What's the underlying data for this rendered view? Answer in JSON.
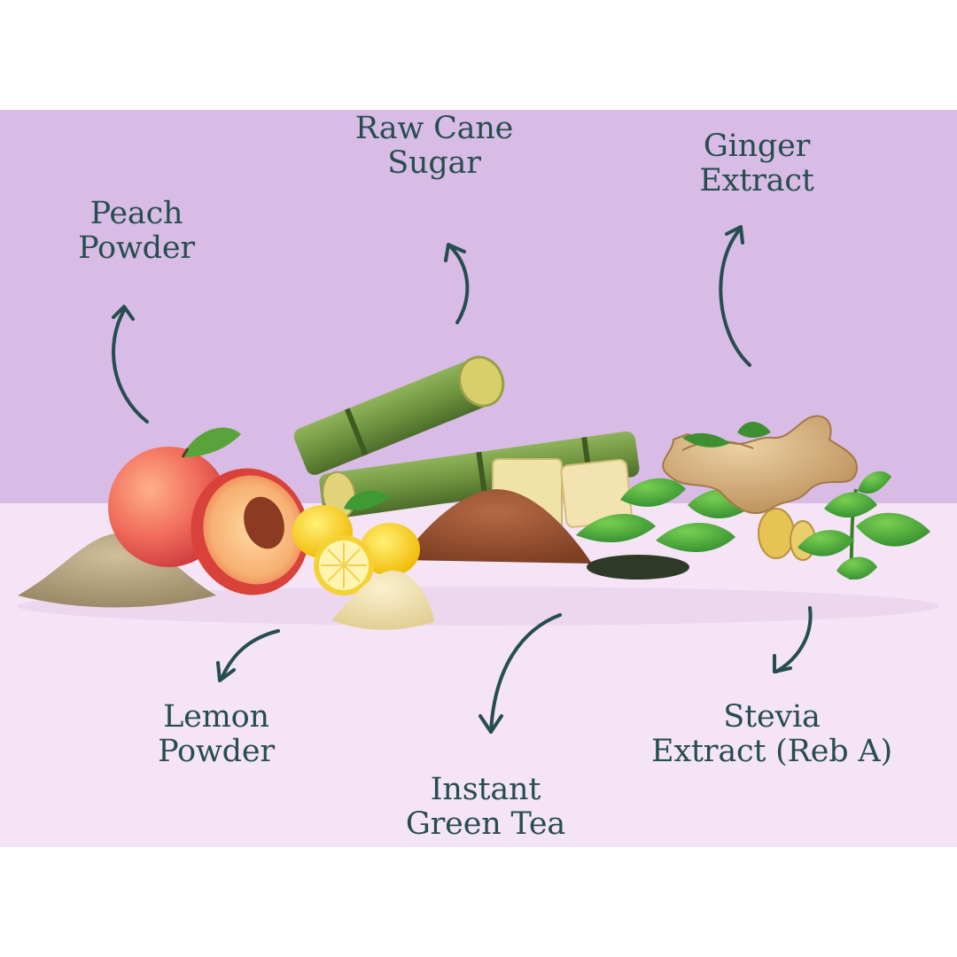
{
  "colors": {
    "page_bg": "#ffffff",
    "band_top": "#d9bce6",
    "band_bottom": "#f5e4f6",
    "label_text": "#264d4f",
    "arrow": "#264d4f"
  },
  "labels": {
    "peach": {
      "line1": "Peach",
      "line2": "Powder"
    },
    "sugar": {
      "line1": "Raw Cane",
      "line2": "Sugar"
    },
    "ginger": {
      "line1": "Ginger",
      "line2": "Extract"
    },
    "lemon": {
      "line1": "Lemon",
      "line2": "Powder"
    },
    "tea": {
      "line1": "Instant",
      "line2": "Green Tea"
    },
    "stevia": {
      "line1": "Stevia",
      "line2": "Extract (Reb A)"
    }
  },
  "illustration": {
    "items": [
      "peach-powder-pile",
      "peach-whole",
      "peach-half",
      "sugarcane",
      "brown-sugar-pile",
      "lemon",
      "lemon-powder-pile",
      "green-tea-leaves",
      "ginger-root",
      "stevia-sprig"
    ]
  }
}
